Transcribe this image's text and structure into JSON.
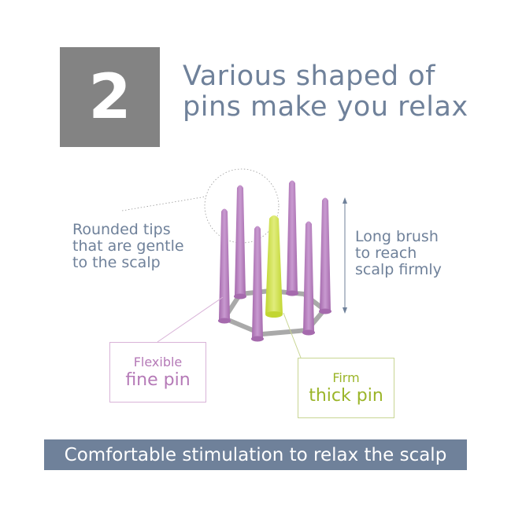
{
  "step": {
    "number": "2"
  },
  "title": {
    "line1": "Various shaped of",
    "line2": "pins make you relax"
  },
  "notes": {
    "left": {
      "line1": "Rounded tips",
      "line2": "that are gentle",
      "line3": "to the scalp"
    },
    "right": {
      "line1": "Long brush",
      "line2": "to reach",
      "line3": "scalp firmly"
    }
  },
  "labels": {
    "flexible": {
      "line1": "Flexible",
      "line2": "fine pin"
    },
    "firm": {
      "line1": "Firm",
      "line2": "thick pin"
    }
  },
  "banner": {
    "text": "Comfortable stimulation to relax the scalp"
  },
  "colors": {
    "accent": "#6f819a",
    "number_box": "#838383",
    "fine_pin": "#b97fbf",
    "thick_pin": "#cfe04a",
    "base": "#aaaaaa"
  }
}
